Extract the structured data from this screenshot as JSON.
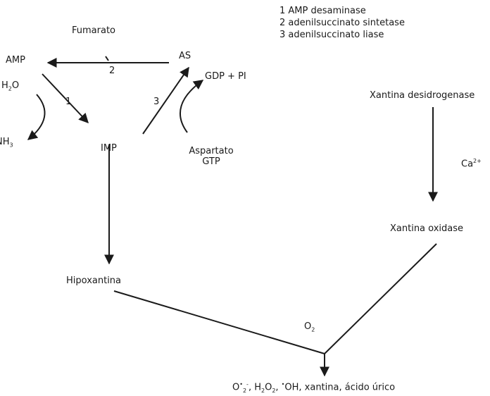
{
  "legend": [
    "1 AMP desaminase",
    "2 adenilsuccinato sintetase",
    "3 adenilsuccinato liase"
  ],
  "nodes": {
    "fumarato": "Fumarato",
    "amp": "AMP",
    "as": "AS",
    "gdp_pi": "GDP + PI",
    "h2o_pre": "H",
    "h2o_sub": "2",
    "h2o_post": "O",
    "nh3_pre": "NH",
    "nh3_sub": "3",
    "imp": "IMP",
    "aspartato": "Aspartato",
    "gtp": "GTP",
    "xantina_desidrogenase": "Xantina desidrogenase",
    "ca_pre": "Ca",
    "ca_sup": "2+",
    "xantina_oxidase": "Xantina oxidase",
    "hipoxantina": "Hipoxantina",
    "o2_pre": "O",
    "o2_sub": "2"
  },
  "step_labels": {
    "step1": "1",
    "step2": "2",
    "step3": "3"
  },
  "products": {
    "o_radical": "O",
    "o_radical_sup": "•",
    "o_radical_sub": "2",
    "o_radical_charge": "-",
    "h2o2_a": "H",
    "h2o2_sub1": "2",
    "h2o2_b": "O",
    "h2o2_sub2": "2",
    "oh_dot": "•",
    "rest": "OH, xantina, ácido úrico"
  }
}
